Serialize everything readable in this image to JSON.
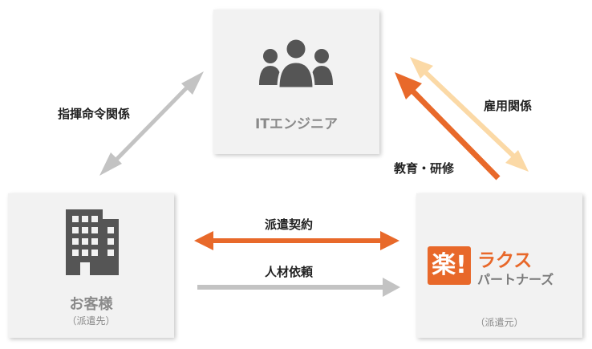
{
  "nodes": {
    "engineer": {
      "title": "ITエンジニア"
    },
    "customer": {
      "title": "お客様",
      "sub": "（派遣先）"
    },
    "partner": {
      "logo_mark": "楽!",
      "logo_line1": "ラクス",
      "logo_line2": "パートナーズ",
      "sub": "（派遣元）"
    }
  },
  "relations": {
    "command": "指揮命令関係",
    "employment": "雇用関係",
    "training": "教育・研修",
    "dispatch_contract": "派遣契約",
    "staff_request": "人材依頼"
  },
  "colors": {
    "orange": "#e8692a",
    "light_orange": "#fbd9a6",
    "gray": "#c3c3c3",
    "icon_gray": "#555555"
  },
  "icons": [
    "people-group-icon",
    "building-icon"
  ]
}
